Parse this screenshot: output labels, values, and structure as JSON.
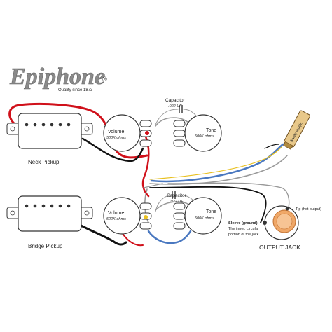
{
  "brand": {
    "logo_text": "Epiphone",
    "registered_mark": "®",
    "tagline": "Quality since 1873",
    "color": "#8a8a8a"
  },
  "pickups": {
    "neck_label": "Neck Pickup",
    "bridge_label": "Bridge Pickup"
  },
  "controls": {
    "neck_volume": {
      "name": "Volume",
      "value": "500K ohms"
    },
    "neck_tone": {
      "name": "Tone",
      "value": "500K ohms"
    },
    "bridge_volume": {
      "name": "Volume",
      "value": "500K ohms"
    },
    "bridge_tone": {
      "name": "Tone",
      "value": "500K ohms"
    }
  },
  "capacitors": {
    "top": {
      "name": "Capacitor",
      "value": ".022 UF"
    },
    "bottom": {
      "name": "Capacitor",
      "value": ".022 UF"
    }
  },
  "switch": {
    "label": "3-way toggle"
  },
  "jack": {
    "title": "OUTPUT JACK",
    "tip_label": "Tip (hot output)",
    "sleeve_lines": [
      "Sleeve (ground):",
      "The inner, circular",
      "portion of the jack"
    ]
  },
  "wire_colors": {
    "red": "#d0101a",
    "black": "#111111",
    "blue": "#4a78c0",
    "grey": "#909090",
    "yellow": "#e8c020",
    "brown": "#8a5a2a"
  }
}
